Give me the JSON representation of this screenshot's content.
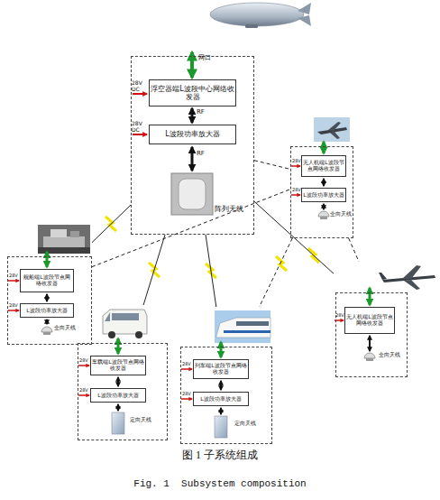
{
  "diagram": {
    "caption": "图 1 子系统组成",
    "nodes": [
      {
        "text": [
          "阵列天线"
        ]
      },
      {
        "text": [
          "浮空器端L波段中心网络收发器"
        ],
        "in": 0
      },
      {
        "text": [
          "L波段功率放大器"
        ],
        "in": 0
      },
      {
        "text": [
          "全向天线"
        ]
      },
      {
        "text": [
          "无人机端L波段节点网络收发器"
        ],
        "in": 3
      },
      {
        "text": [
          "L波段功率放大器"
        ],
        "in": 3
      },
      {
        "text": [
          "全向天线"
        ]
      },
      {
        "text": [
          "舰船端L波段节点网络收发器"
        ],
        "in": 6
      },
      {
        "text": [
          "L波段功率放大器"
        ],
        "in": 6
      },
      {
        "text": [
          "全向天线"
        ]
      },
      {
        "text": [
          "无人机端L波段节点网络收发器"
        ],
        "in": 9
      },
      {
        "text": [
          "定向天线"
        ]
      },
      {
        "text": [
          "车载端L波段节点网络收发器"
        ],
        "in": 11
      },
      {
        "text": [
          "L波段功率放大器"
        ],
        "in": 11
      },
      {
        "text": [
          "定向天线"
        ]
      },
      {
        "text": [
          "列车端L波段节点网络收发器"
        ],
        "in": 14
      },
      {
        "text": [
          "L波段功率放大器"
        ],
        "in": 14
      }
    ],
    "edges": [
      {
        "from": 0,
        "to": 6,
        "arrow": "none"
      },
      {
        "from": 0,
        "to": 11,
        "arrow": "none"
      },
      {
        "from": 0,
        "to": 14,
        "arrow": "none"
      },
      {
        "from": 0,
        "to": 9,
        "arrow": "none"
      },
      {
        "from": 0,
        "to": 3,
        "arrow": "none"
      },
      {
        "from": 6,
        "to": 3,
        "arrow": "none"
      },
      {
        "from": 3,
        "to": 14,
        "arrow": "none"
      },
      {
        "from": 3,
        "to": 9,
        "arrow": "none"
      }
    ],
    "labels": [
      "网口",
      "28V DC",
      "RF",
      "28V DC",
      "RF",
      "28V",
      "28V",
      "28V",
      "28V",
      "28V",
      "28V",
      "28V",
      "28V",
      "28V",
      "Fig. 1  Subsystem composition"
    ]
  }
}
